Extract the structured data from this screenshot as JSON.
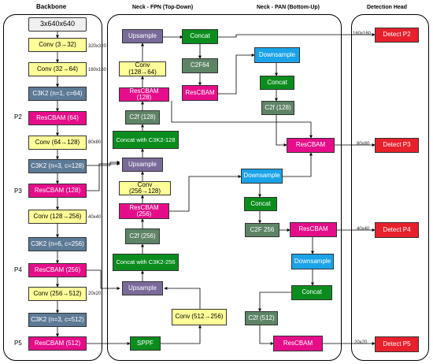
{
  "titles": {
    "backbone": "Backbone",
    "fpn": "Neck - FPN (Top-Down)",
    "pan": "Neck - PAN (Bottom-Up)",
    "head": "Detection Head"
  },
  "backbone": {
    "input": "3x640x640",
    "conv1": "Conv (3→32)",
    "res1": "320x320",
    "conv2": "Conv (32→64)",
    "res2": "160x160",
    "c3k2_1": "C3K2 (n=1, c=64)",
    "p2_label": "P2",
    "rescbam_p2": "ResCBAM (64)",
    "conv3": "Conv (64→128)",
    "res3": "80x80",
    "c3k2_2": "C3K2 (n=3, c=128)",
    "p3_label": "P3",
    "rescbam_p3": "ResCBAM (128)",
    "conv4": "Conv (128→256)",
    "res4": "40x40",
    "c3k2_3": "C3K2 (n=6, c=256)",
    "p4_label": "P4",
    "rescbam_p4": "ResCBAM (256)",
    "conv5": "Conv (256→512)",
    "res5": "20x20",
    "c3k2_4": "C3K2 (n=3, c=512)",
    "p5_label": "P5",
    "rescbam_p5": "ResCBAM (512)"
  },
  "fpn": {
    "upsample1": "Upsample",
    "concat1": "Concat",
    "conv_128_64": "Conv (128→64)",
    "c2f64": "C2F64",
    "rescbam_128": "ResCBAM (128)",
    "rescbam_fpn_out": "ResCBAM",
    "c2f_128": "C2f (128)",
    "concat_c3k2_128": "Concat with C3K2-128",
    "upsample2": "Upsample",
    "conv_256_128": "Conv (256→128)",
    "rescbam_256": "ResCBAM (256)",
    "c2f_256": "C2f (256)",
    "concat_c3k2_256": "Concat with C3K2-256",
    "upsample3": "Upsample",
    "conv_512_256": "Conv (512→256)",
    "sppf": "SPPF"
  },
  "pan": {
    "downsample1": "Downsample",
    "concat1": "Concat",
    "c2f_128": "C2f (128)",
    "rescbam_p3": "ResCBAM",
    "downsample2": "Downsample",
    "concat2": "Concat",
    "c2f_256": "C2F 256",
    "rescbam_p4": "ResCBAM",
    "downsample3": "Downsample",
    "concat3": "Concat",
    "c2f_512": "C2f (512)",
    "rescbam_p5": "ResCBAM"
  },
  "head": {
    "p2": "Detect P2",
    "p3": "Detect P3",
    "p4": "Detect P4",
    "p5": "Detect P5",
    "res_p2": "160x160",
    "res_p3": "80x80",
    "res_p4": "40x40",
    "res_p5": "20x20"
  },
  "colors": {
    "conv": "#ffff99",
    "c3k2": "#5d7a96",
    "rescbam": "#e60d8a",
    "concat": "#0b8d1e",
    "c2f": "#5e8466",
    "upsample": "#7a6a99",
    "downsample": "#1aa3e8",
    "detect": "#e8202c"
  }
}
